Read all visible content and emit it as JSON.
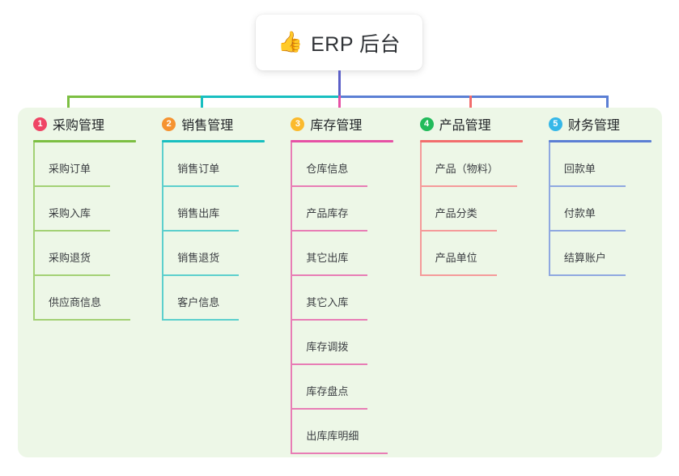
{
  "diagram": {
    "title": "ERP 后台",
    "emoji_icon": "thumbs-up-icon",
    "emoji_glyph": "👍",
    "background": "#ffffff",
    "panel_background": "#edf7e7"
  },
  "columns": [
    {
      "index": "1",
      "badge_color": "#ef4565",
      "line_color": "#7cbf42",
      "title": "采购管理",
      "items": [
        {
          "label": "采购订单"
        },
        {
          "label": "采购入库"
        },
        {
          "label": "采购退货"
        },
        {
          "label": "供应商信息"
        }
      ]
    },
    {
      "index": "2",
      "badge_color": "#f59331",
      "line_color": "#18bfc0",
      "title": "销售管理",
      "items": [
        {
          "label": "销售订单"
        },
        {
          "label": "销售出库"
        },
        {
          "label": "销售退货"
        },
        {
          "label": "客户信息"
        }
      ]
    },
    {
      "index": "3",
      "badge_color": "#fbba2d",
      "line_color": "#e651a5",
      "title": "库存管理",
      "items": [
        {
          "label": "仓库信息"
        },
        {
          "label": "产品库存"
        },
        {
          "label": "其它出库"
        },
        {
          "label": "其它入库"
        },
        {
          "label": "库存调拨"
        },
        {
          "label": "库存盘点"
        },
        {
          "label": "出库库明细"
        }
      ]
    },
    {
      "index": "4",
      "badge_color": "#22bb5b",
      "line_color": "#f26d6d",
      "title": "产品管理",
      "items": [
        {
          "label": "产品（物料）"
        },
        {
          "label": "产品分类"
        },
        {
          "label": "产品单位"
        }
      ]
    },
    {
      "index": "5",
      "badge_color": "#35b7e8",
      "line_color": "#5b7fd4",
      "title": "财务管理",
      "items": [
        {
          "label": "回款单"
        },
        {
          "label": "付款单"
        },
        {
          "label": "结算账户"
        }
      ]
    }
  ],
  "connectors": {
    "trunk_color": "#5b5fc7",
    "segments": [
      {
        "color": "#7cbf42",
        "name": "purchasing-branch"
      },
      {
        "color": "#18bfc0",
        "name": "sales-branch"
      },
      {
        "color": "#e651a5",
        "name": "inventory-branch"
      },
      {
        "color": "#f26d6d",
        "name": "product-branch"
      },
      {
        "color": "#5b7fd4",
        "name": "finance-branch"
      }
    ]
  }
}
